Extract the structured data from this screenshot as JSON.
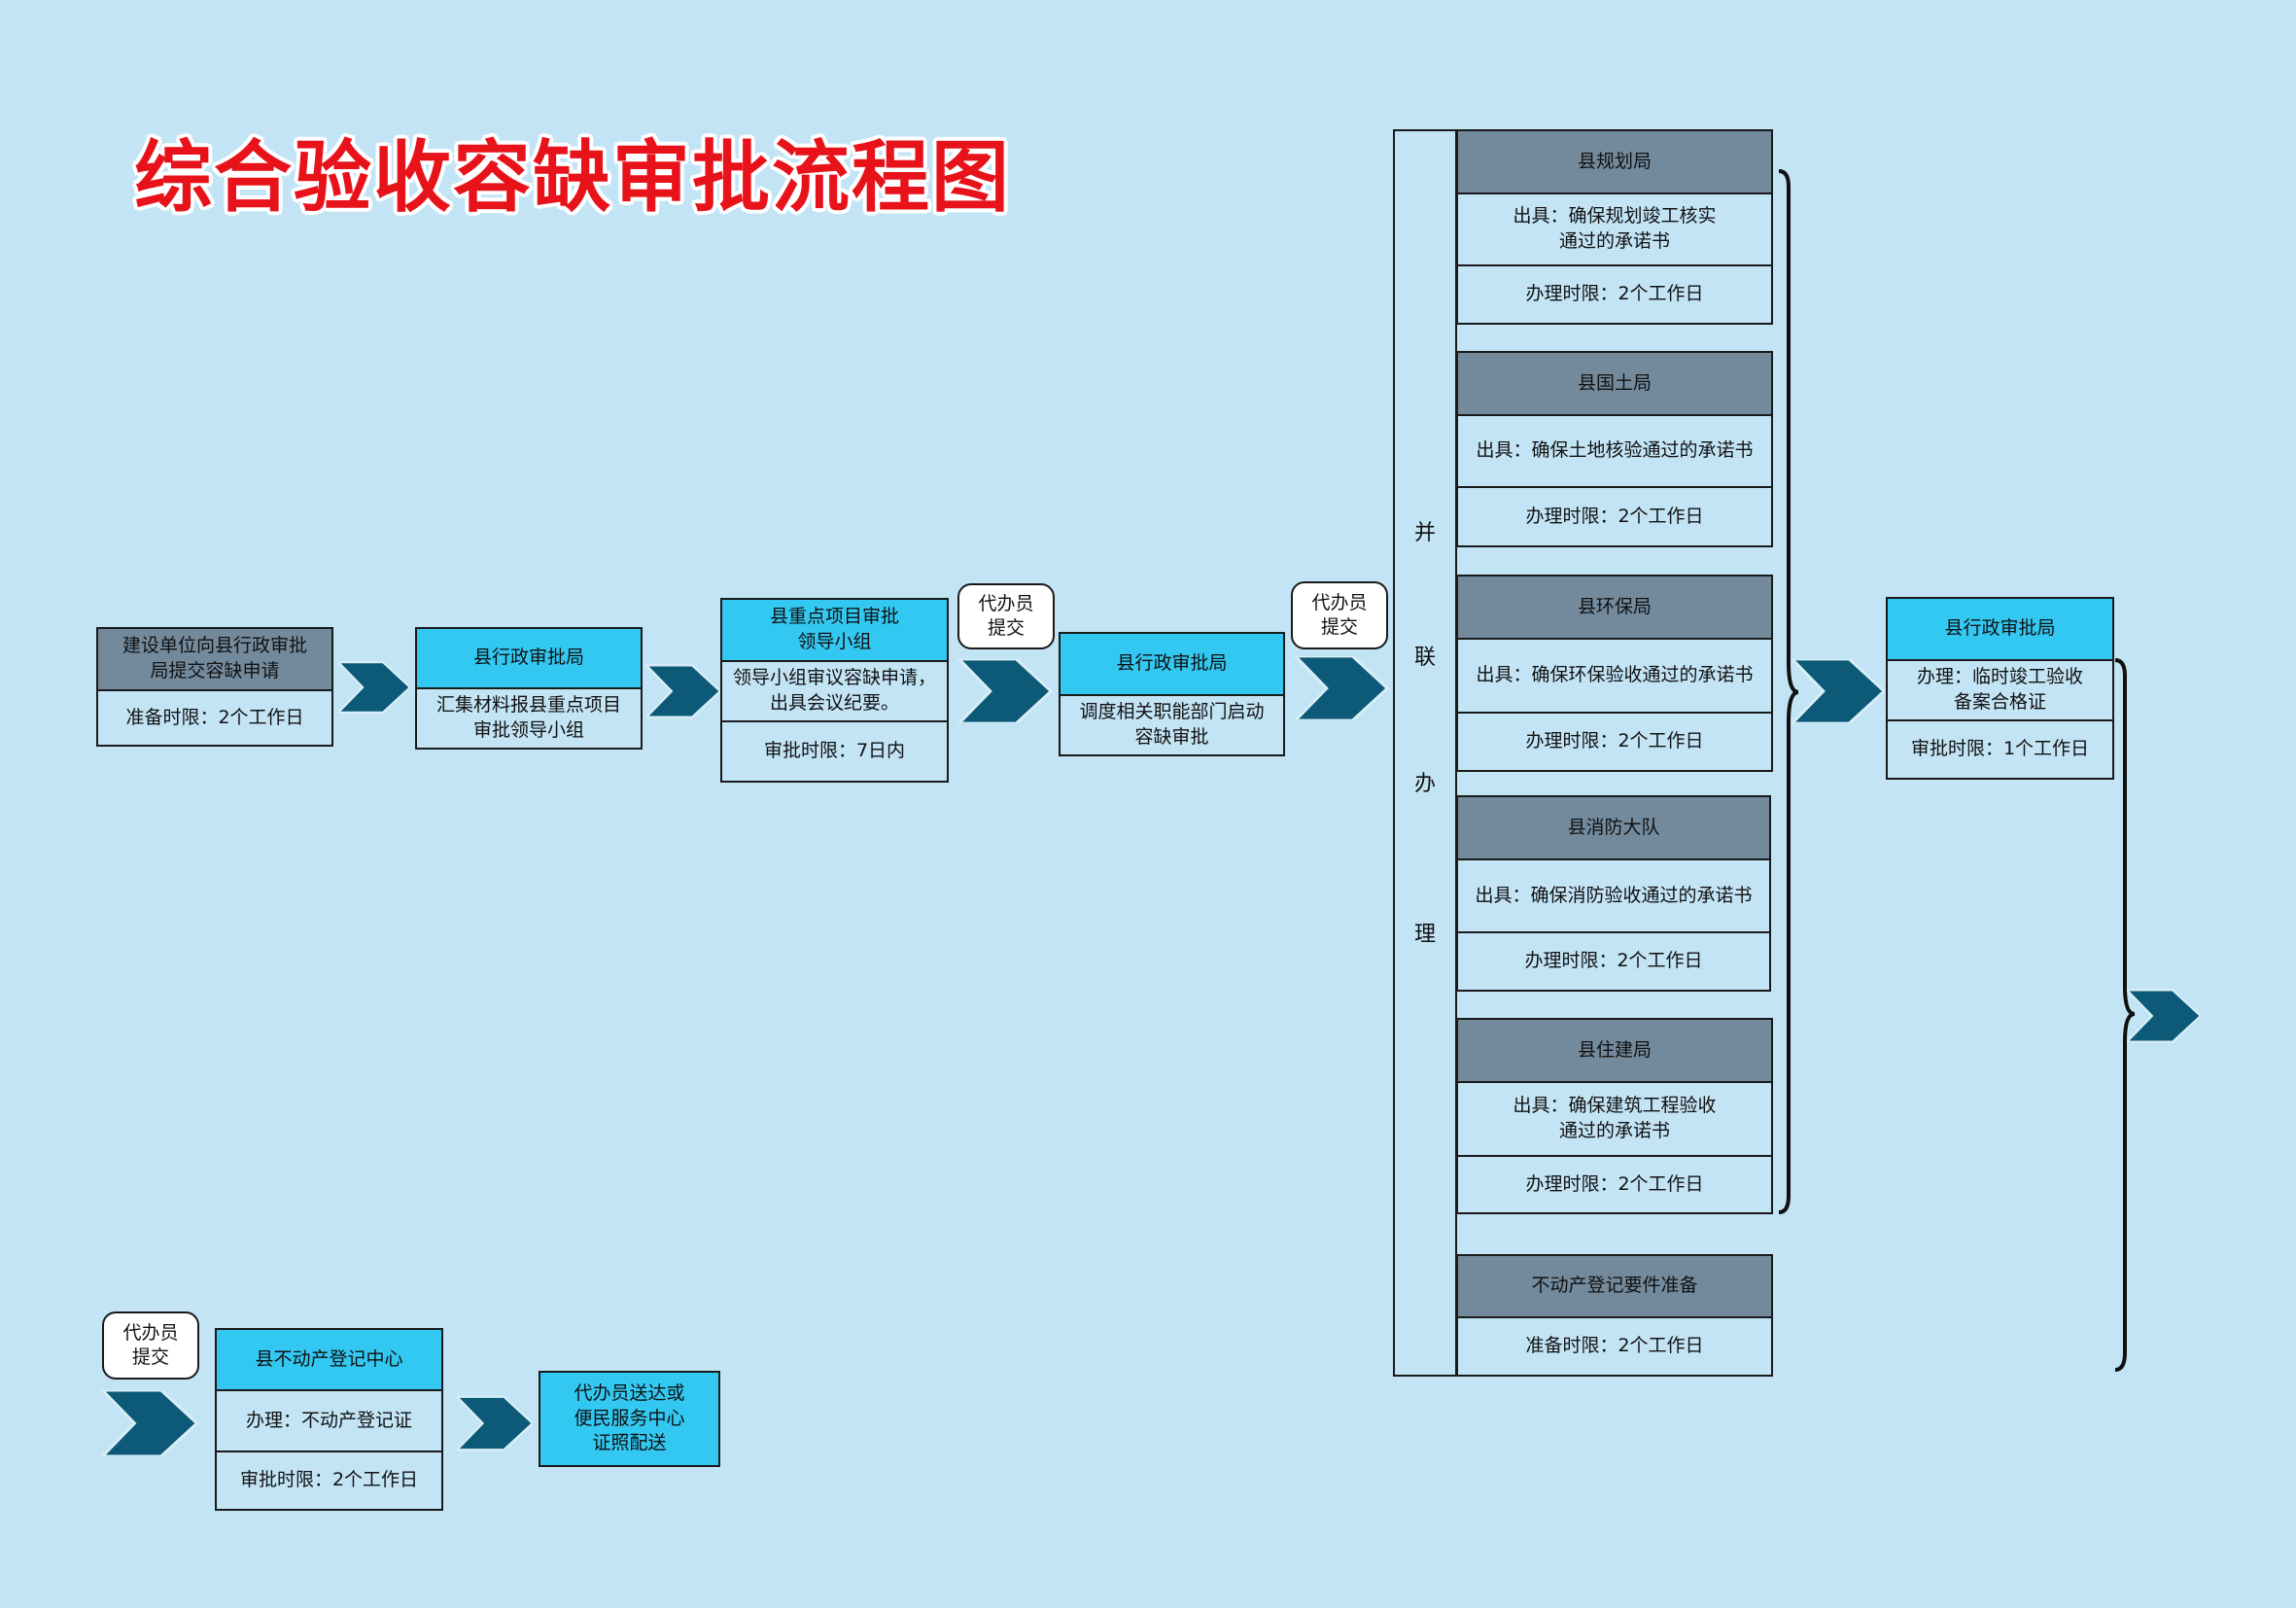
{
  "title": "综合验收容缺审批流程图",
  "step1": {
    "header": "建设单位向县行政审批\n局提交容缺申请",
    "time": "准备时限：2个工作日"
  },
  "step2": {
    "header": "县行政审批局",
    "body": "汇集材料报县重点项目\n审批领导小组"
  },
  "step3": {
    "header": "县重点项目审批\n领导小组",
    "body": "领导小组审议容缺申请，\n出具会议纪要。",
    "time": "审批时限：7日内"
  },
  "agent1": "代办员\n提交",
  "step4": {
    "header": "县行政审批局",
    "body": "调度相关职能部门启动\n容缺审批"
  },
  "agent2": "代办员\n提交",
  "parallel_label": [
    "并",
    "联",
    "办",
    "理"
  ],
  "departments": [
    {
      "name": "县规划局",
      "issue": "出具：确保规划竣工核实\n通过的承诺书",
      "time": "办理时限：2个工作日"
    },
    {
      "name": "县国土局",
      "issue": "出具：确保土地核验通过的承诺书",
      "time": "办理时限：2个工作日"
    },
    {
      "name": "县环保局",
      "issue": "出具：确保环保验收通过的承诺书",
      "time": "办理时限：2个工作日"
    },
    {
      "name": "县消防大队",
      "issue": "出具：确保消防验收通过的承诺书",
      "time": "办理时限：2个工作日"
    },
    {
      "name": "县住建局",
      "issue": "出具：确保建筑工程验收\n通过的承诺书",
      "time": "办理时限：2个工作日"
    },
    {
      "name": "不动产登记要件准备",
      "time": "准备时限：2个工作日"
    }
  ],
  "step5": {
    "header": "县行政审批局",
    "body": "办理：临时竣工验收\n备案合格证",
    "time": "审批时限：1个工作日"
  },
  "agent3": "代办员\n提交",
  "step6": {
    "header": "县不动产登记中心",
    "body": "办理：不动产登记证",
    "time": "审批时限：2个工作日"
  },
  "step7": {
    "body": "代办员送达或\n便民服务中心\n证照配送"
  },
  "colors": {
    "title": "#e8121a",
    "background": "#c3e4f5",
    "header_gray": "#738a9d",
    "header_cyan": "#33c8f2",
    "arrow": "#0c5a78"
  }
}
